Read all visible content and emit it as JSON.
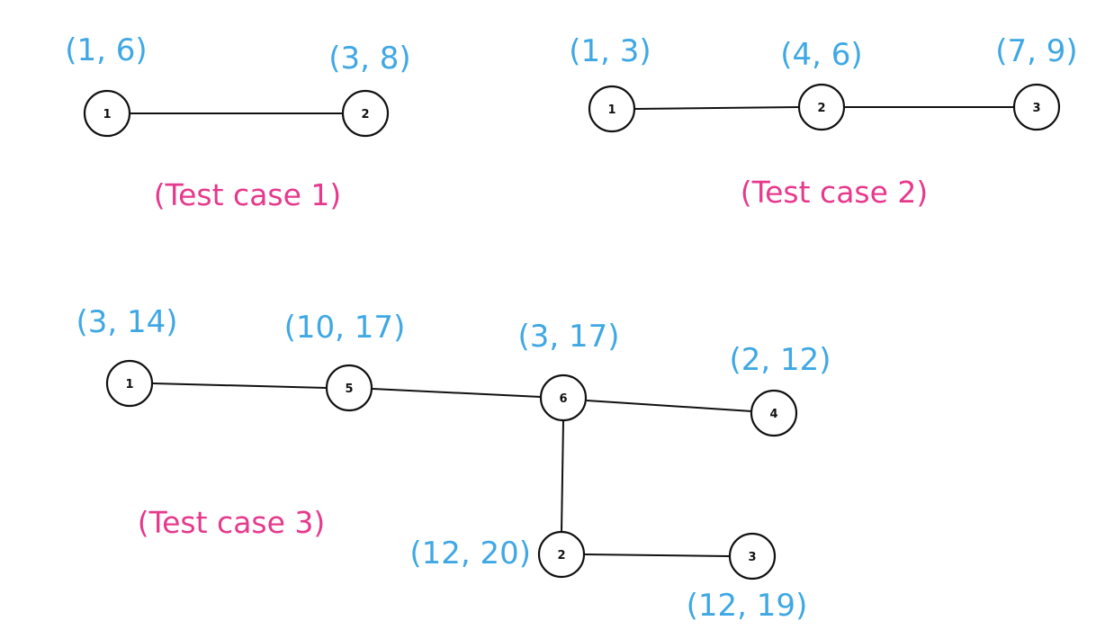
{
  "colors": {
    "value": "#3fa8e4",
    "caption": "#e6398c",
    "stroke": "#111111",
    "node_fill": "#ffffff"
  },
  "test_cases": [
    {
      "caption": "(Test case 1)",
      "nodes": [
        {
          "id": "1",
          "value": "(1, 6)"
        },
        {
          "id": "2",
          "value": "(3, 8)"
        }
      ],
      "edges": [
        [
          "1",
          "2"
        ]
      ]
    },
    {
      "caption": "(Test case 2)",
      "nodes": [
        {
          "id": "1",
          "value": "(1, 3)"
        },
        {
          "id": "2",
          "value": "(4, 6)"
        },
        {
          "id": "3",
          "value": "(7, 9)"
        }
      ],
      "edges": [
        [
          "1",
          "2"
        ],
        [
          "2",
          "3"
        ]
      ]
    },
    {
      "caption": "(Test case 3)",
      "nodes": [
        {
          "id": "1",
          "value": "(3, 14)"
        },
        {
          "id": "5",
          "value": "(10, 17)"
        },
        {
          "id": "6",
          "value": "(3, 17)"
        },
        {
          "id": "4",
          "value": "(2, 12)"
        },
        {
          "id": "2",
          "value": "(12, 20)"
        },
        {
          "id": "3",
          "value": "(12, 19)"
        }
      ],
      "edges": [
        [
          "1",
          "5"
        ],
        [
          "5",
          "6"
        ],
        [
          "6",
          "4"
        ],
        [
          "6",
          "2"
        ],
        [
          "2",
          "3"
        ]
      ]
    }
  ]
}
